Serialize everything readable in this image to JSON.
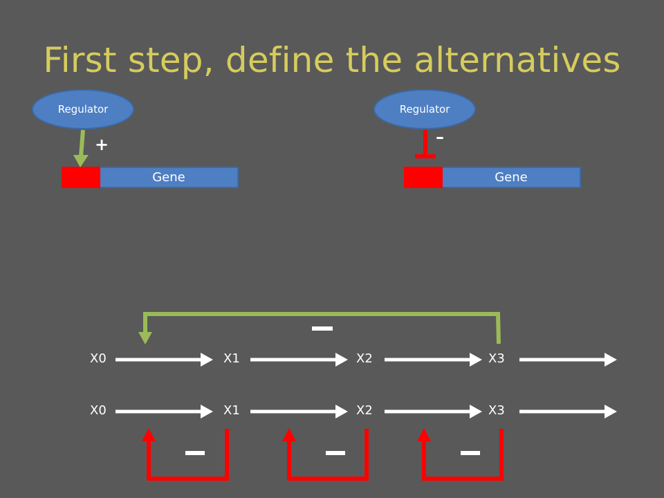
{
  "title": "First step, define the alternatives",
  "activation": {
    "regulator": "Regulator",
    "sign": "+",
    "gene": "Gene"
  },
  "repression": {
    "regulator": "Regulator",
    "sign": "–",
    "gene": "Gene"
  },
  "pathway_top": {
    "nodes": [
      "X0",
      "X1",
      "X2",
      "X3"
    ],
    "feedback_sign": "–"
  },
  "pathway_bottom": {
    "nodes": [
      "X0",
      "X1",
      "X2",
      "X3"
    ],
    "feedback_signs": [
      "–",
      "–",
      "–"
    ]
  },
  "colors": {
    "background": "#595959",
    "title": "#d6cc5e",
    "regulator": "#4e7fc3",
    "promoter": "#ff0000",
    "activation_arrow": "#9bbb59",
    "repression_arrow": "#ff0000",
    "pathway_arrow": "#ffffff"
  }
}
